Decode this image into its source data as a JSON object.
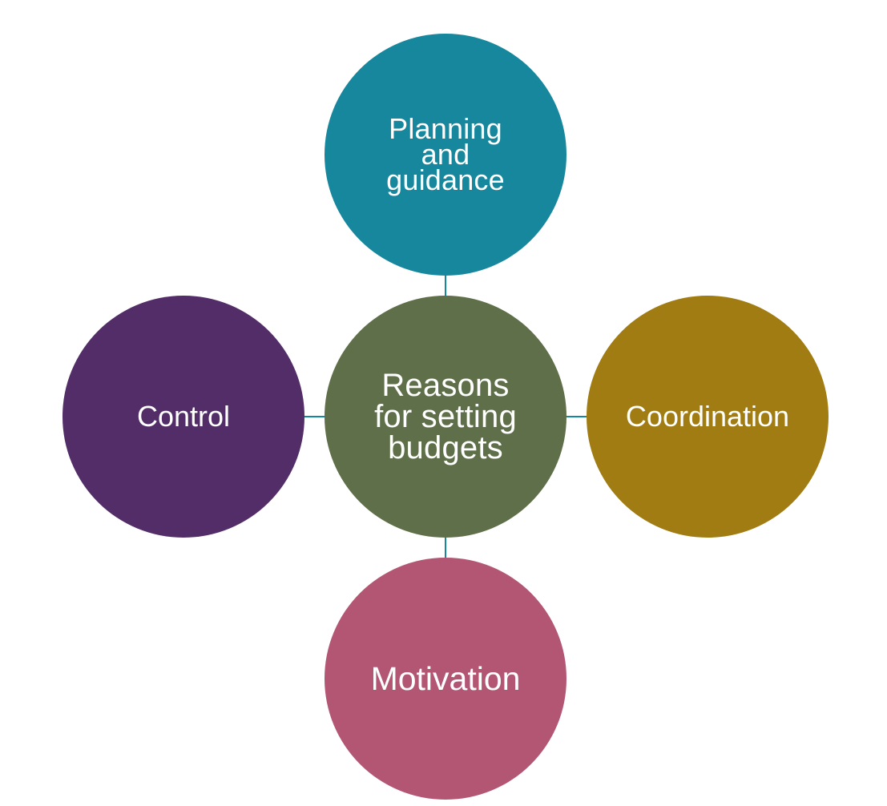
{
  "diagram": {
    "center": {
      "label": "Reasons\nfor setting\nbudgets",
      "color": "#5E6F49"
    },
    "nodes": {
      "top": {
        "label": "Planning\nand\nguidance",
        "color": "#16879C"
      },
      "left": {
        "label": "Control",
        "color": "#522D68"
      },
      "right": {
        "label": "Coordination",
        "color": "#A07C13"
      },
      "bottom": {
        "label": "Motivation",
        "color": "#B35674"
      }
    },
    "connector_color": "#16879C"
  }
}
